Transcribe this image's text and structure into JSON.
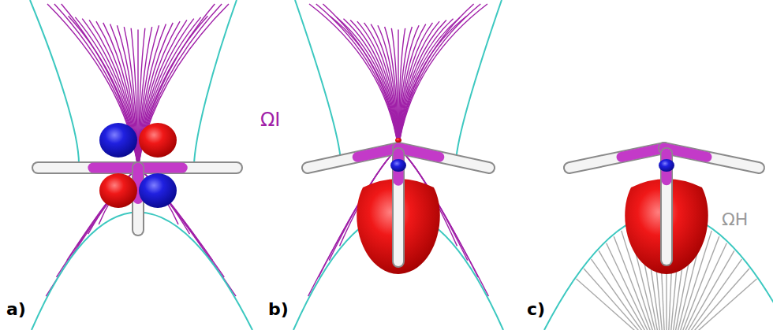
{
  "diagram": {
    "labels": [
      "a)",
      "ΩI",
      "b)",
      "c)",
      "ΩH"
    ]
  }
}
